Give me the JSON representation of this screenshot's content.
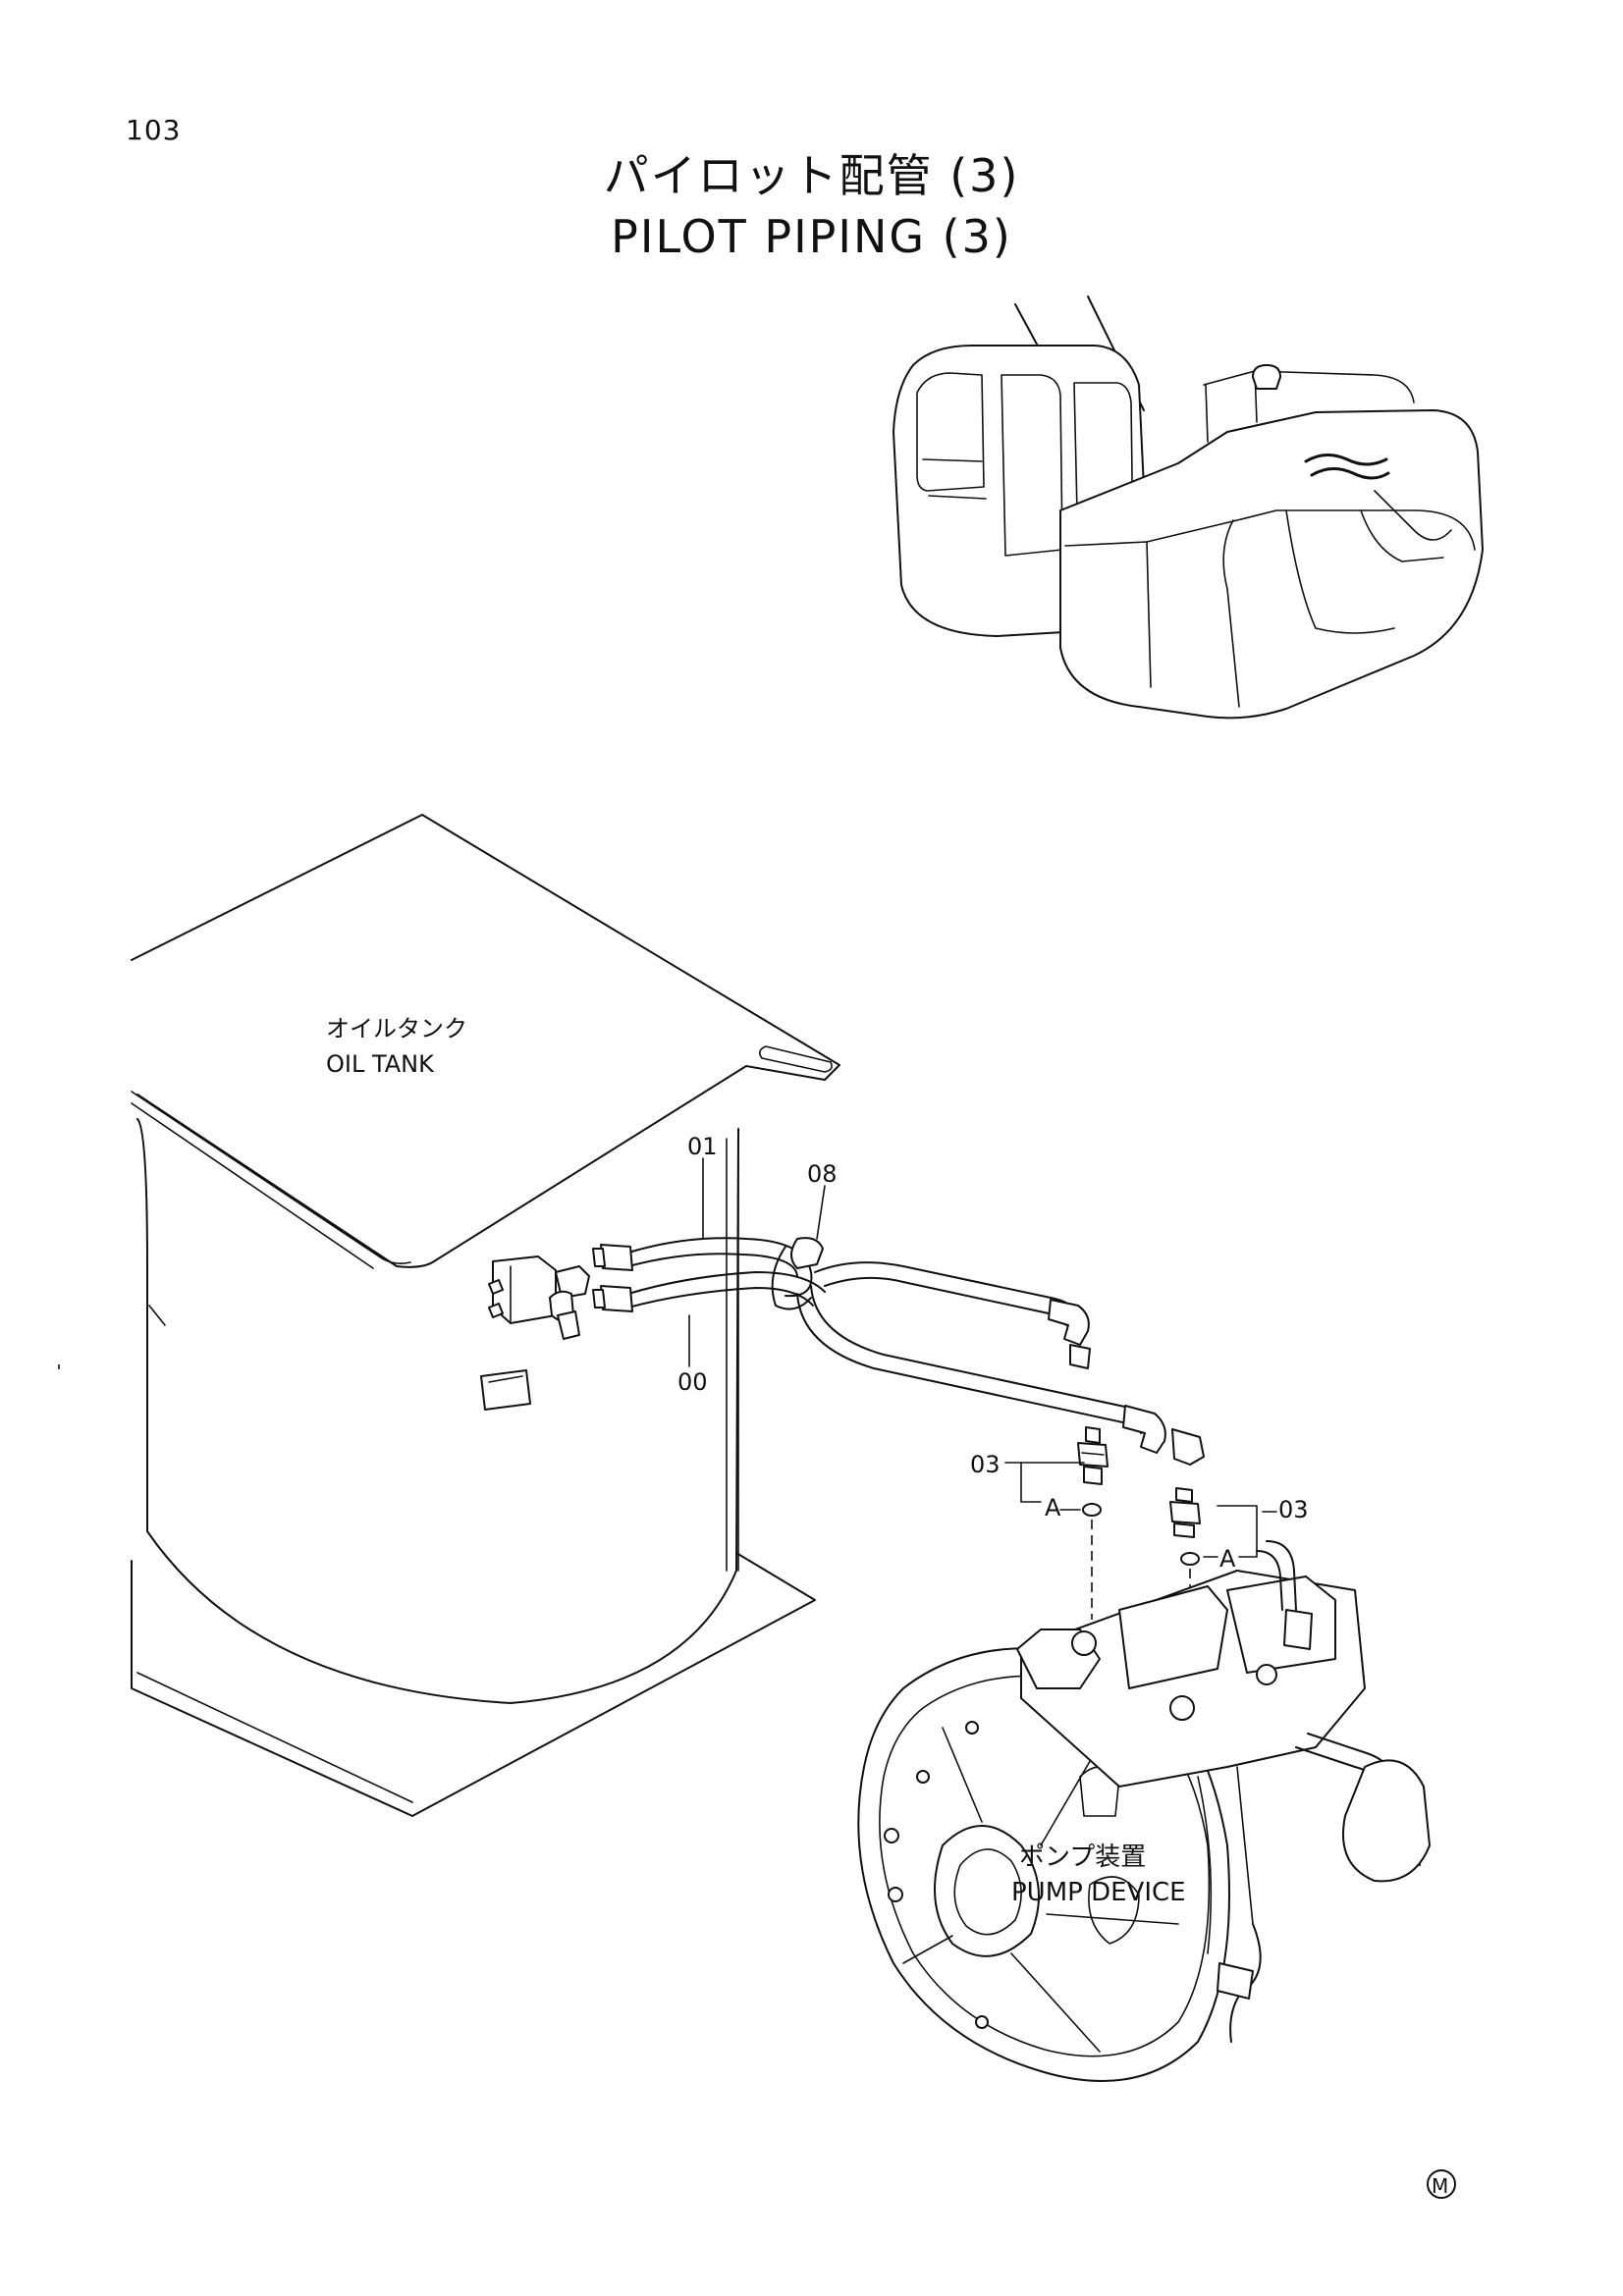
{
  "page_number": "103",
  "title": {
    "japanese": "パイロット配管 (3)",
    "english": "PILOT PIPING (3)"
  },
  "labels": {
    "oil_tank_jp": "オイルタンク",
    "oil_tank_en": "OIL TANK",
    "pump_device_jp": "ポンプ装置",
    "pump_device_en": "PUMP DEVICE",
    "detail_a_left": "A",
    "detail_a_right": "A",
    "mark_m": "M"
  },
  "part_callouts": {
    "hose_upper": "01",
    "hose_lower": "00",
    "clamp": "08",
    "adapter_left": "03",
    "adapter_right": "03"
  }
}
